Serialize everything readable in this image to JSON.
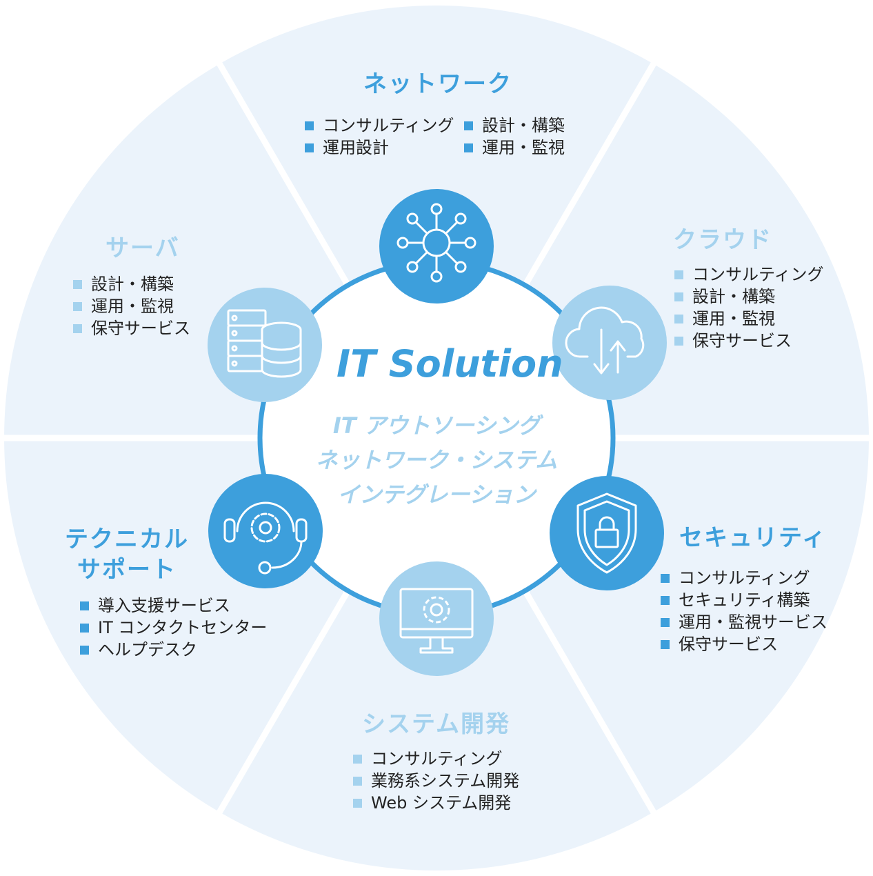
{
  "center": {
    "title": "IT Solution",
    "subtitle_lines": [
      "IT アウトソーシング",
      "ネットワーク・システム",
      "インテグレーション"
    ]
  },
  "colors": {
    "dark": "#3d9fdc",
    "light": "#a4d2ee",
    "segment_bg": "#ebf3fb"
  },
  "sections": {
    "network": {
      "title": "ネットワーク",
      "icon": "network-hub-icon",
      "tone": "dark",
      "items_left": [
        "コンサルティング",
        "運用設計"
      ],
      "items_right": [
        "設計・構築",
        "運用・監視"
      ]
    },
    "cloud": {
      "title": "クラウド",
      "icon": "cloud-sync-icon",
      "tone": "light",
      "items": [
        "コンサルティング",
        "設計・構築",
        "運用・監視",
        "保守サービス"
      ]
    },
    "security": {
      "title": "セキュリティ",
      "icon": "shield-lock-icon",
      "tone": "dark",
      "items": [
        "コンサルティング",
        "セキュリティ構築",
        "運用・監視サービス",
        "保守サービス"
      ]
    },
    "system_dev": {
      "title": "システム開発",
      "icon": "monitor-gear-icon",
      "tone": "light",
      "items": [
        "コンサルティング",
        "業務系システム開発",
        "Web システム開発"
      ]
    },
    "tech_support": {
      "title_lines": [
        "テクニカル",
        "サポート"
      ],
      "icon": "headset-gear-icon",
      "tone": "dark",
      "items": [
        "導入支援サービス",
        "IT コンタクトセンター",
        "ヘルプデスク"
      ]
    },
    "server": {
      "title": "サーバ",
      "icon": "server-database-icon",
      "tone": "light",
      "items": [
        "設計・構築",
        "運用・監視",
        "保守サービス"
      ]
    }
  }
}
